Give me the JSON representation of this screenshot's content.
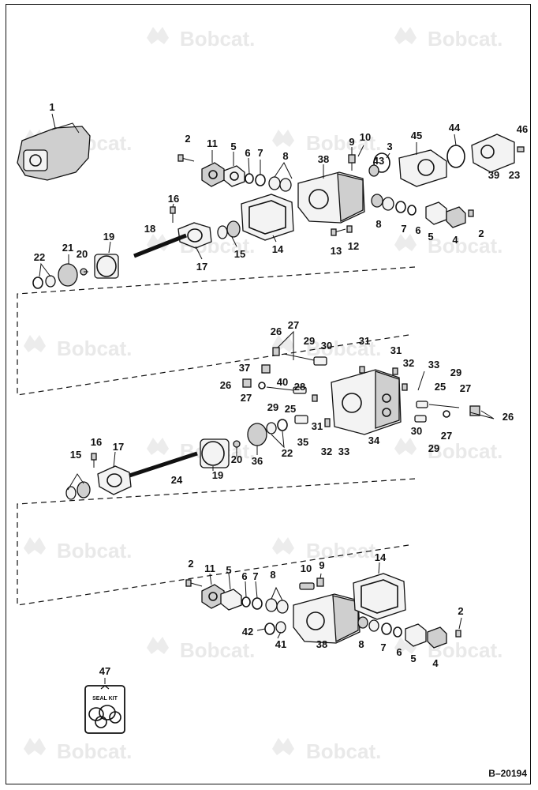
{
  "watermark": {
    "text": "Bobcat."
  },
  "reference_code": "B–20194",
  "seal_kit": {
    "label": "SEAL KIT",
    "callout": "47"
  },
  "callouts": {
    "n1": "1",
    "n2": "2",
    "n3": "3",
    "n4": "4",
    "n5": "5",
    "n6": "6",
    "n7": "7",
    "n8": "8",
    "n9": "9",
    "n10": "10",
    "n11": "11",
    "n12": "12",
    "n13": "13",
    "n14": "14",
    "n15": "15",
    "n16": "16",
    "n17": "17",
    "n18": "18",
    "n19": "19",
    "n20": "20",
    "n21": "21",
    "n22": "22",
    "n23": "23",
    "n24": "24",
    "n25": "25",
    "n26": "26",
    "n27": "27",
    "n28": "28",
    "n29": "29",
    "n30": "30",
    "n31": "31",
    "n32": "32",
    "n33": "33",
    "n34": "34",
    "n35": "35",
    "n36": "36",
    "n37": "37",
    "n38": "38",
    "n39": "39",
    "n40": "40",
    "n41": "41",
    "n42": "42",
    "n43": "43",
    "n44": "44",
    "n45": "45",
    "n46": "46"
  }
}
